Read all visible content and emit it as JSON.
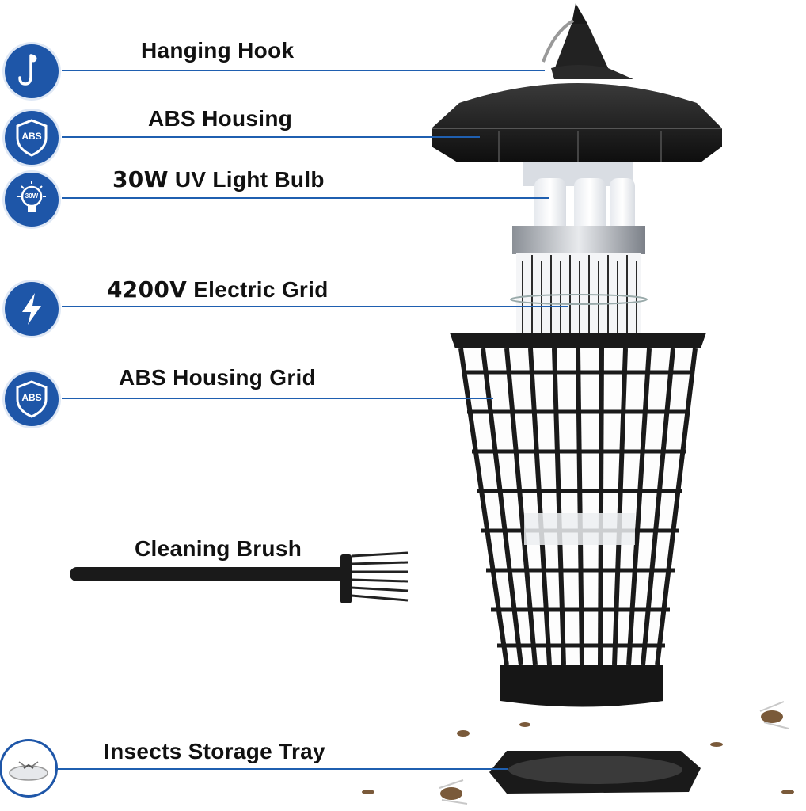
{
  "labels": {
    "hook": "Hanging Hook",
    "housing": "ABS Housing",
    "bulb_bold": "30W",
    "bulb_rest": " UV Light Bulb",
    "grid_bold": "4200V",
    "grid_rest": " Electric Grid",
    "housing_grid": "ABS Housing Grid",
    "brush": "Cleaning Brush",
    "tray": "Insects Storage Tray"
  },
  "badges": {
    "abs": "ABS",
    "watt": "30W"
  },
  "icons": [
    "hook-icon",
    "abs-shield-icon",
    "bulb-icon",
    "lightning-icon",
    "abs-shield-icon",
    "insect-tray-icon"
  ],
  "colors": {
    "accent": "#1e56a8",
    "line": "#1f5fb0",
    "product": "#1a1a1a"
  }
}
